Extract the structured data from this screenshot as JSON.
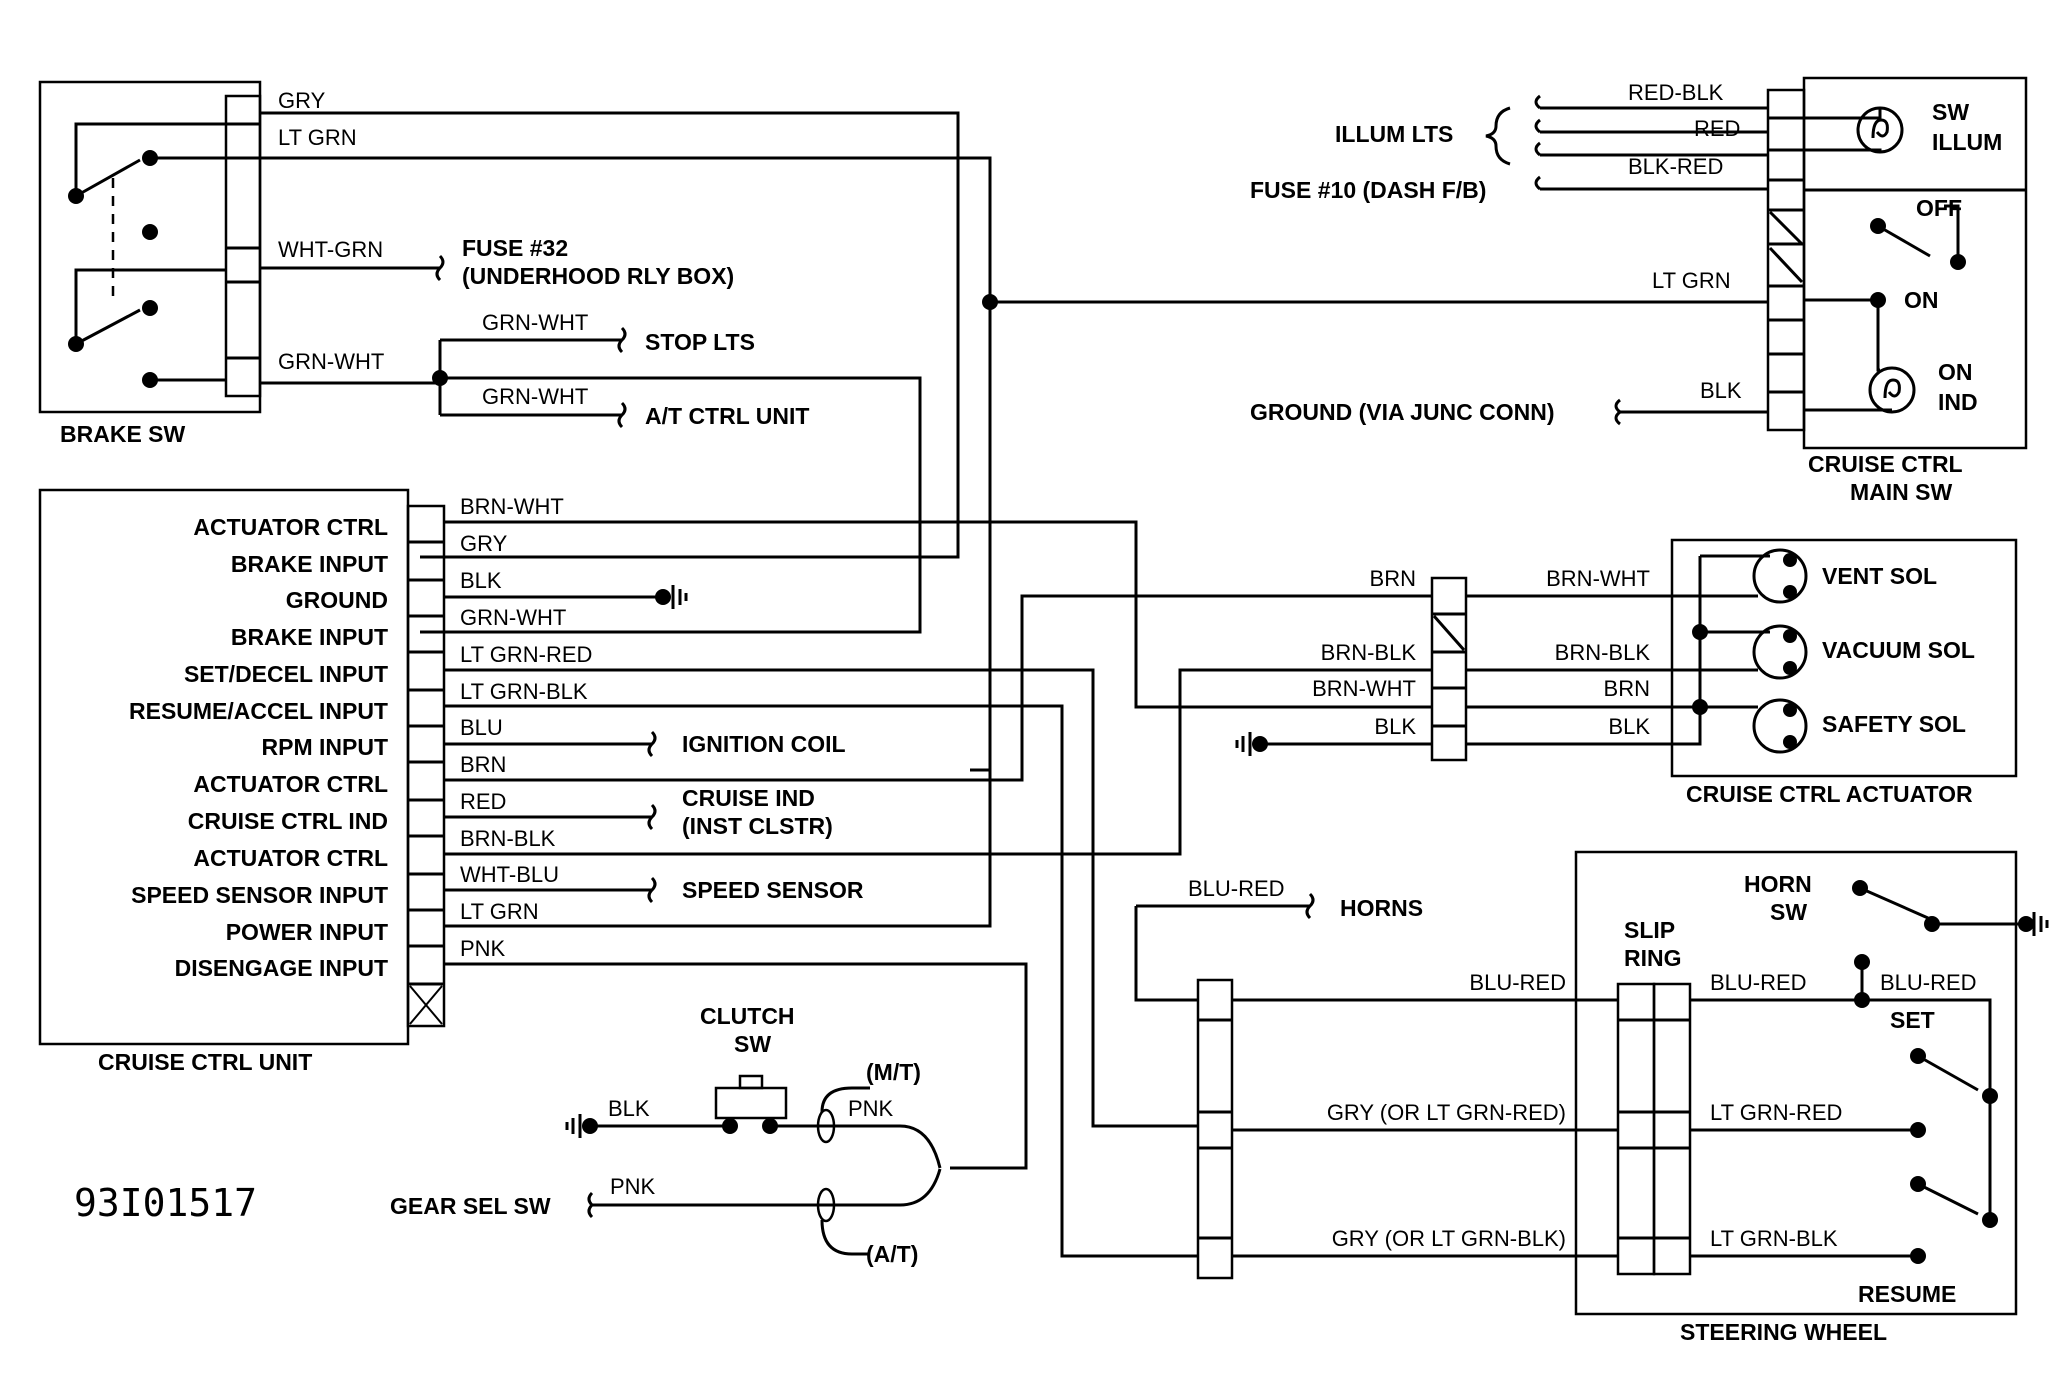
{
  "figure_code": "93I01517",
  "brake_sw": {
    "title": "BRAKE SW",
    "wires": [
      "GRY",
      "LT GRN",
      "WHT-GRN",
      "GRN-WHT"
    ]
  },
  "brake_branches": {
    "stop_wire": "GRN-WHT",
    "stop_label": "STOP LTS",
    "at_wire": "GRN-WHT",
    "at_label": "A/T CTRL UNIT"
  },
  "fuse32": {
    "line1": "FUSE #32",
    "line2": "(UNDERHOOD RLY BOX)"
  },
  "main_sw": {
    "title_line1": "CRUISE CTRL",
    "title_line2": "MAIN SW",
    "illum_label": "ILLUM LTS",
    "fuse10_label": "FUSE #10 (DASH F/B)",
    "ground_label": "GROUND (VIA JUNC CONN)",
    "wires": [
      "RED-BLK",
      "RED",
      "BLK-RED",
      "LT GRN",
      "BLK"
    ],
    "sw_illum_line1": "SW",
    "sw_illum_line2": "ILLUM",
    "off": "OFF",
    "on": "ON",
    "on_ind_line1": "ON",
    "on_ind_line2": "IND"
  },
  "ctrl_unit": {
    "title": "CRUISE CTRL UNIT",
    "pins": [
      {
        "label": "ACTUATOR CTRL",
        "wire": "BRN-WHT"
      },
      {
        "label": "BRAKE INPUT",
        "wire": "GRY"
      },
      {
        "label": "GROUND",
        "wire": "BLK"
      },
      {
        "label": "BRAKE INPUT",
        "wire": "GRN-WHT"
      },
      {
        "label": "SET/DECEL INPUT",
        "wire": "LT GRN-RED"
      },
      {
        "label": "RESUME/ACCEL INPUT",
        "wire": "LT GRN-BLK"
      },
      {
        "label": "RPM INPUT",
        "wire": "BLU"
      },
      {
        "label": "ACTUATOR CTRL",
        "wire": "BRN"
      },
      {
        "label": "CRUISE CTRL IND",
        "wire": "RED"
      },
      {
        "label": "ACTUATOR CTRL",
        "wire": "BRN-BLK"
      },
      {
        "label": "SPEED SENSOR INPUT",
        "wire": "WHT-BLU"
      },
      {
        "label": "POWER INPUT",
        "wire": "LT GRN"
      },
      {
        "label": "DISENGAGE INPUT",
        "wire": "PNK"
      }
    ],
    "ignition_coil": "IGNITION COIL",
    "cruise_ind_line1": "CRUISE IND",
    "cruise_ind_line2": "(INST CLSTR)",
    "speed_sensor": "SPEED SENSOR"
  },
  "actuator": {
    "title": "CRUISE CTRL ACTUATOR",
    "left_wires": [
      "BRN",
      "BRN-BLK",
      "BRN-WHT",
      "BLK"
    ],
    "right_wires": [
      "BRN-WHT",
      "BRN-BLK",
      "BRN",
      "BLK"
    ],
    "solenoids": [
      "VENT SOL",
      "VACUUM SOL",
      "SAFETY SOL"
    ]
  },
  "clutch": {
    "title_line1": "CLUTCH",
    "title_line2": "SW",
    "blk": "BLK",
    "pnk": "PNK",
    "mt": "(M/T)",
    "at": "(A/T)",
    "gear_sel_label": "GEAR SEL SW",
    "gear_pnk": "PNK"
  },
  "steering": {
    "title": "STEERING WHEEL",
    "horns_wire": "BLU-RED",
    "horns_label": "HORNS",
    "slip_ring_line1": "SLIP",
    "slip_ring_line2": "RING",
    "blu_red_left": "BLU-RED",
    "gry_red": "GRY (OR LT GRN-RED)",
    "gry_blk": "GRY (OR LT GRN-BLK)",
    "inner_blu_red_1": "BLU-RED",
    "inner_blu_red_2": "BLU-RED",
    "inner_lt_grn_red": "LT GRN-RED",
    "inner_lt_grn_blk": "LT GRN-BLK",
    "horn_sw_line1": "HORN",
    "horn_sw_line2": "SW",
    "set": "SET",
    "resume": "RESUME"
  }
}
